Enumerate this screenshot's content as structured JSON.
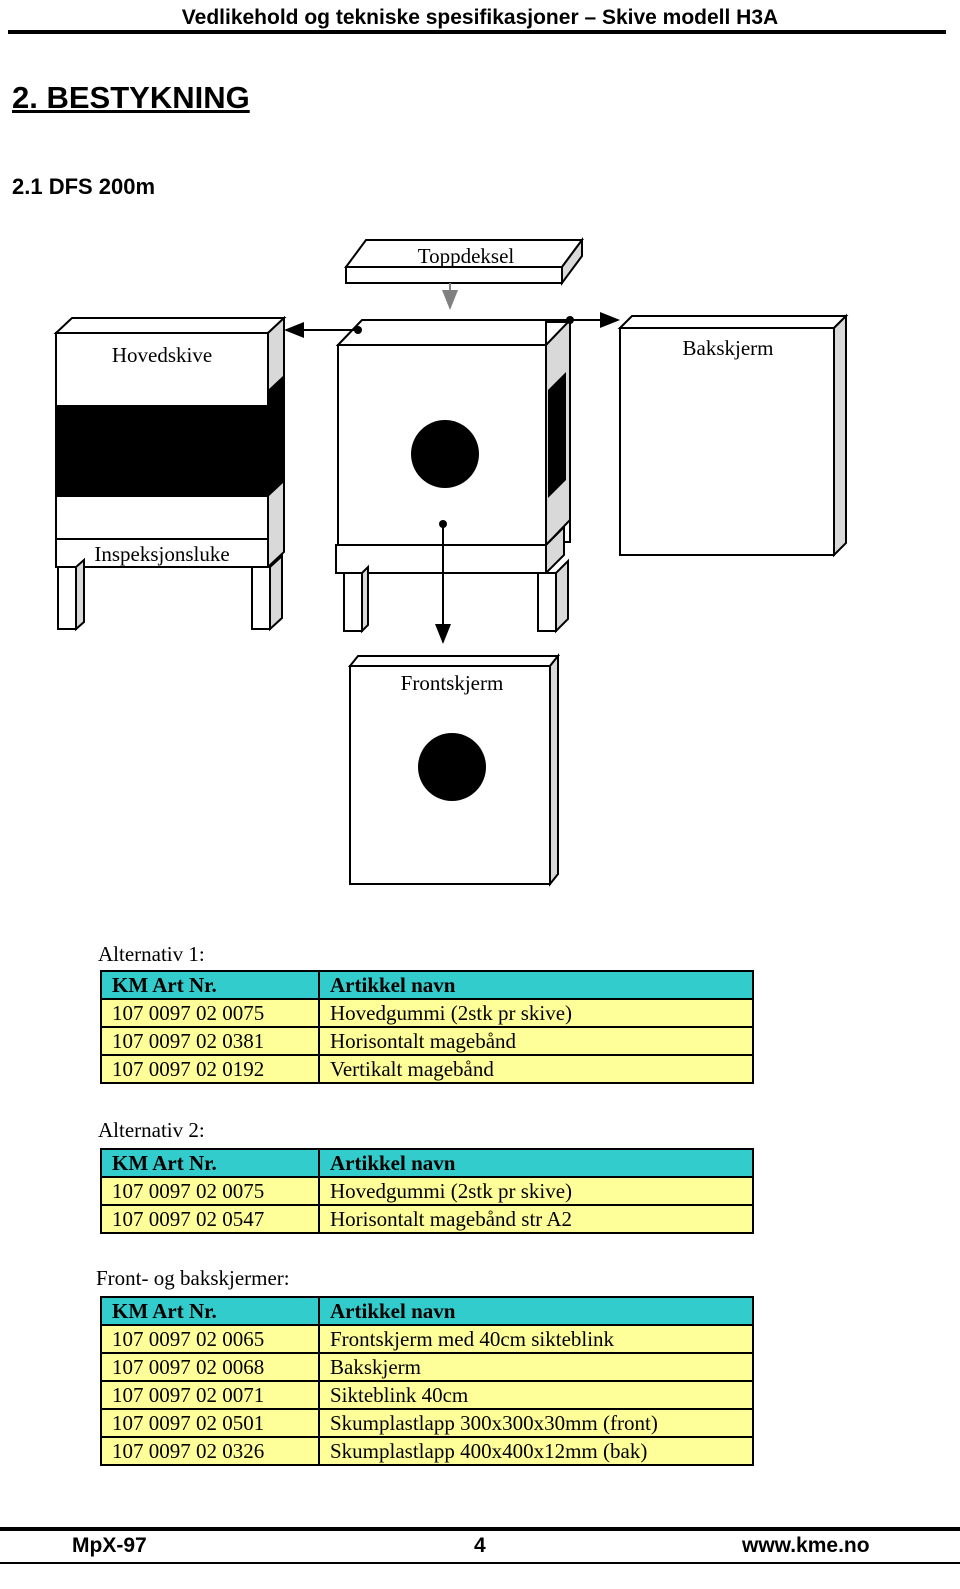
{
  "header": {
    "title": "Vedlikehold og tekniske spesifikasjoner – Skive modell H3A"
  },
  "section": {
    "title": "2. BESTYKNING",
    "subtitle": "2.1 DFS 200m"
  },
  "diagram": {
    "labels": {
      "top_cover": "Toppdeksel",
      "main_target": "Hovedskive",
      "back_screen": "Bakskjerm",
      "inspection_hatch": "Inspeksjonsluke",
      "front_screen": "Frontskjerm"
    },
    "colors": {
      "stroke": "#000000",
      "fill": "#ffffff",
      "side": "#d9d9d9",
      "band": "#000000",
      "arrow_grey": "#808080"
    }
  },
  "tables": [
    {
      "label": "Alternativ 1:",
      "headers": [
        "KM Art Nr.",
        "Artikkel navn"
      ],
      "rows": [
        [
          "107 0097 02 0075",
          "Hovedgummi  (2stk pr skive)"
        ],
        [
          "107 0097 02 0381",
          "Horisontalt magebånd"
        ],
        [
          "107 0097 02 0192",
          "Vertikalt magebånd"
        ]
      ]
    },
    {
      "label": "Alternativ 2:",
      "headers": [
        "KM Art Nr.",
        "Artikkel navn"
      ],
      "rows": [
        [
          "107 0097 02 0075",
          "Hovedgummi  (2stk pr skive)"
        ],
        [
          "107 0097 02 0547",
          "Horisontalt magebånd str A2"
        ]
      ]
    },
    {
      "label": "Front- og bakskjermer:",
      "headers": [
        "KM Art Nr.",
        "Artikkel navn"
      ],
      "rows": [
        [
          "107 0097 02 0065",
          "Frontskjerm med 40cm sikteblink"
        ],
        [
          "107 0097 02 0068",
          "Bakskjerm"
        ],
        [
          "107 0097 02 0071",
          "Sikteblink 40cm"
        ],
        [
          "107 0097 02 0501",
          "Skumplastlapp 300x300x30mm (front)"
        ],
        [
          "107 0097 02 0326",
          "Skumplastlapp 400x400x12mm (bak)"
        ]
      ]
    }
  ],
  "table_colors": {
    "header_bg": "#33cccc",
    "row_bg": "#ffff99"
  },
  "footer": {
    "left": "MpX-97",
    "page": "4",
    "right": "www.kme.no"
  }
}
